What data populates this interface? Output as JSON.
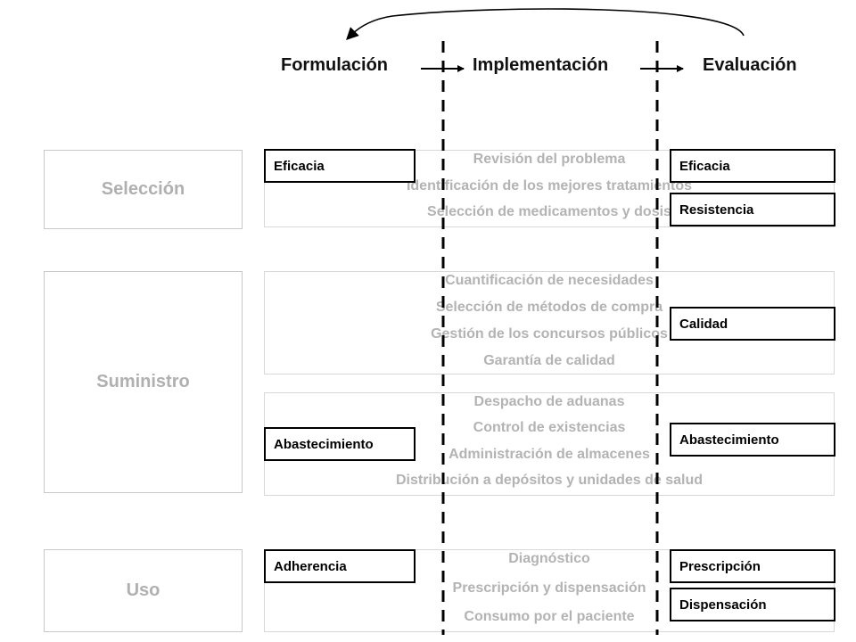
{
  "stages": {
    "formulation": "Formulación",
    "implementation": "Implementación",
    "evaluation": "Evaluación"
  },
  "sections": {
    "seleccion": "Selección",
    "suministro": "Suministro",
    "uso": "Uso"
  },
  "activities": {
    "seleccion": [
      "Revisión del problema",
      "Identificación de los mejores tratamientos",
      "Selección de medicamentos y dosis"
    ],
    "adquisicion": [
      "Cuantificación de necesidades",
      "Selección de métodos de compra",
      "Gestión de los concursos públicos",
      "Garantía de calidad"
    ],
    "distribucion": [
      "Despacho de aduanas",
      "Control de existencias",
      "Administración de almacenes",
      "Distribución a depósitos y unidades de salud"
    ],
    "uso": [
      "Diagnóstico",
      "Prescripción y dispensación",
      "Consumo por el paciente"
    ]
  },
  "formulation_tags": {
    "eficacia": "Eficacia",
    "abastecimiento": "Abastecimiento",
    "adherencia": "Adherencia"
  },
  "evaluation_tags": {
    "eficacia": "Eficacia",
    "resistencia": "Resistencia",
    "calidad": "Calidad",
    "abastecimiento": "Abastecimiento",
    "prescripcion": "Prescripción",
    "dispensacion": "Dispensación"
  },
  "colors": {
    "muted_text": "#b3b3b3",
    "box_border": "#d8d8d8",
    "tag_border": "#000000"
  }
}
